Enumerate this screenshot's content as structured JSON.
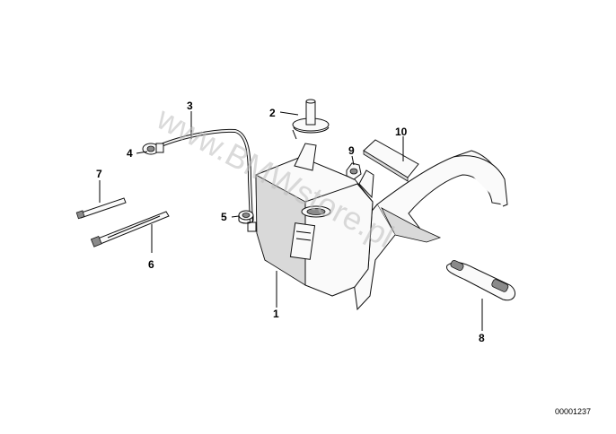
{
  "diagram": {
    "callouts": [
      "1",
      "2",
      "3",
      "4",
      "5",
      "6",
      "7",
      "8",
      "9",
      "10"
    ],
    "reference_number": "00001237",
    "watermark": "www.BMWstore.pl"
  }
}
